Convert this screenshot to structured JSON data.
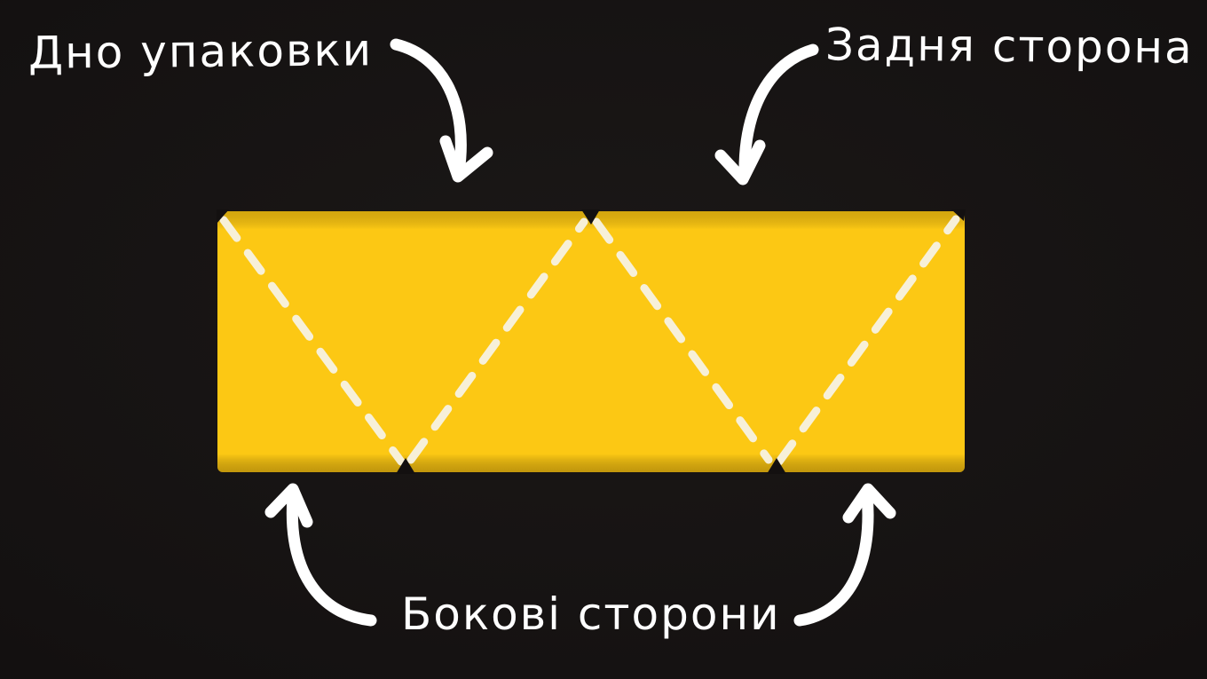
{
  "labels": {
    "package_bottom": "Дно упаковки",
    "back_side": "Задня сторона",
    "side_panels": "Бокові сторони"
  },
  "colors": {
    "background": "#131010",
    "sheet": "#fcc814",
    "fold_line": "#f7f0d8",
    "arrow": "#ffffff",
    "text": "#ffffff"
  },
  "icons": {
    "top_left": "curved-arrow-down-icon",
    "top_right": "curved-arrow-down-icon",
    "bottom_left": "curved-arrow-up-icon",
    "bottom_right": "curved-arrow-up-icon"
  }
}
